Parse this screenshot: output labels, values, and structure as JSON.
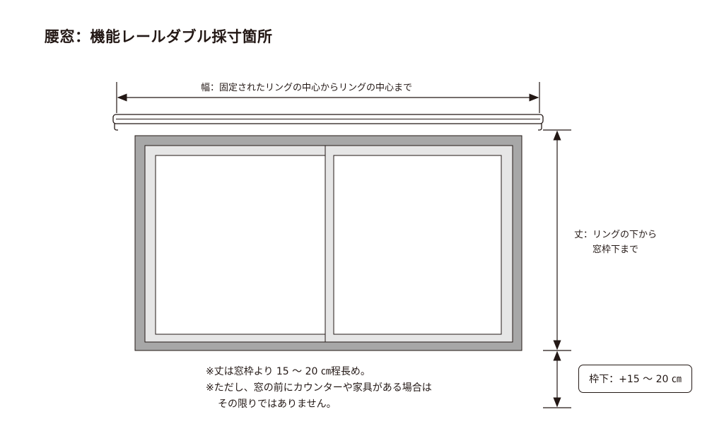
{
  "title": "腰窓：機能レールダブル採寸箇所",
  "labels": {
    "width": "幅：固定されたリングの中心からリングの中心まで",
    "height_line1": "丈：リングの下から",
    "height_line2": "窓枠下まで",
    "extension": "枠下：+15 ～ 20 ㎝"
  },
  "notes": [
    "※丈は窓枠より 15 ～ 20 ㎝程長め。",
    "※ただし、窓の前にカウンターや家具がある場合は",
    "その限りではありません。"
  ],
  "colors": {
    "line": "#231815",
    "frame_outer": "#a7a7a7",
    "frame_inner": "#e6e6e6",
    "glass": "#ffffff"
  }
}
